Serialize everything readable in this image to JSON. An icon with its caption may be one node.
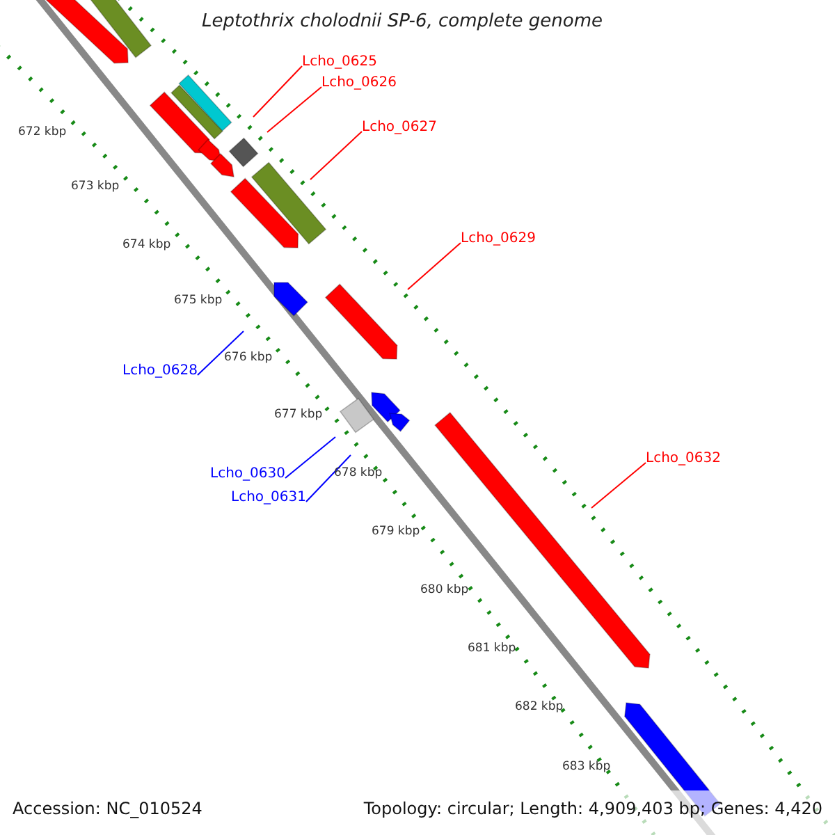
{
  "diagram": {
    "title": "Leptothrix cholodnii SP-6, complete genome",
    "nodes": [
      {
        "text": [
          "Lcho_0625"
        ]
      },
      {
        "text": [
          "Lcho_0626"
        ]
      },
      {
        "text": [
          "Lcho_0627"
        ]
      },
      {
        "text": [
          "Lcho_0629"
        ]
      },
      {
        "text": [
          "Lcho_0632"
        ]
      },
      {
        "text": [
          "Lcho_0628"
        ]
      },
      {
        "text": [
          "Lcho_0630"
        ]
      },
      {
        "text": [
          "Lcho_0631"
        ]
      }
    ],
    "edges": [
      {
        "from": 0,
        "to": null,
        "arrow": "none"
      },
      {
        "from": 1,
        "to": null,
        "arrow": "none"
      },
      {
        "from": 2,
        "to": null,
        "arrow": "none"
      },
      {
        "from": 3,
        "to": null,
        "arrow": "none"
      },
      {
        "from": 4,
        "to": null,
        "arrow": "none"
      },
      {
        "from": 5,
        "to": null,
        "arrow": "none",
        "color": "#0000ff"
      },
      {
        "from": 6,
        "to": null,
        "arrow": "none",
        "color": "#0000ff"
      },
      {
        "from": 7,
        "to": null,
        "arrow": "none",
        "color": "#0000ff"
      }
    ],
    "labels": [
      "672 kbp",
      "673 kbp",
      "674 kbp",
      "675 kbp",
      "676 kbp",
      "677 kbp",
      "678 kbp",
      "679 kbp",
      "680 kbp",
      "681 kbp",
      "682 kbp",
      "683 kbp",
      "Accession: NC_010524",
      "Topology: circular; Length: 4,909,403 bp; Genes: 4,420"
    ]
  }
}
